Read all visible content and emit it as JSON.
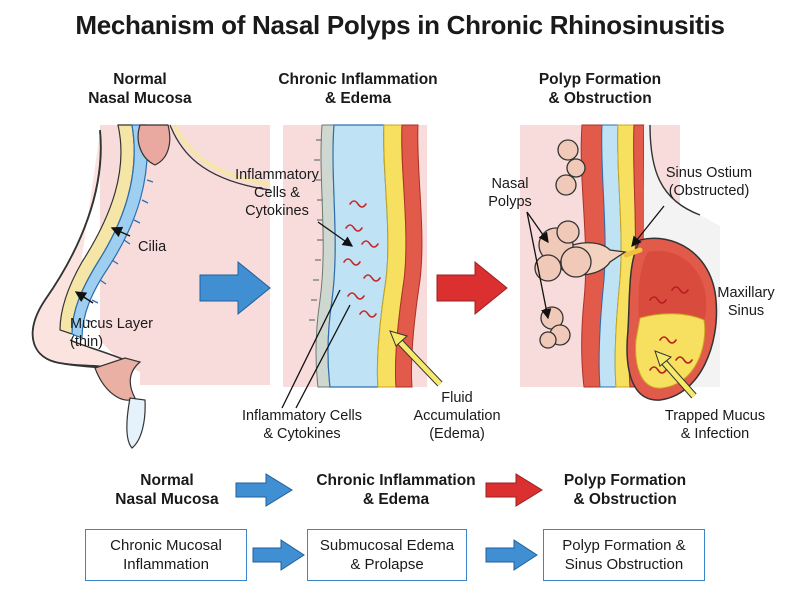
{
  "title": "Mechanism of Nasal Polyps in Chronic Rhinosinusitis",
  "panels": [
    {
      "heading": "Normal\nNasal Mucosa"
    },
    {
      "heading": "Chronic Inflammation\n& Edema"
    },
    {
      "heading": "Polyp Formation\n& Obstruction"
    }
  ],
  "labels": {
    "cilia": "Cilia",
    "mucus_layer": "Mucus Layer\n(thin)",
    "inflam_cells_upper": "Inflammatory\nCells &\nCytokines",
    "inflam_cells_lower": "Inflammatory Cells\n& Cytokines",
    "fluid": "Fluid\nAccumulation\n(Edema)",
    "nasal_polyps": "Nasal\nPolyps",
    "sinus_ostium": "Sinus Ostium\n(Obstructed)",
    "maxillary_sinus": "Maxillary\nSinus",
    "trapped_mucus": "Trapped Mucus\n& Infection"
  },
  "stages": [
    {
      "label": "Normal\nNasal Mucosa"
    },
    {
      "label": "Chronic Inflammation\n& Edema"
    },
    {
      "label": "Polyp Formation\n& Obstruction"
    }
  ],
  "steps": [
    {
      "label": "Chronic Mucosal\nInflammation"
    },
    {
      "label": "Submucosal Edema\n& Prolapse"
    },
    {
      "label": "Polyp Formation &\nSinus Obstruction"
    }
  ],
  "colors": {
    "blue_arrow": "#3f8fd2",
    "red_arrow": "#dc3030",
    "tissue_pink": "#f6d8d8",
    "mucosa_red": "#e25a4a",
    "edema_blue": "#bfe3f5",
    "submucosa_yellow": "#f7e060",
    "box_border": "#3a86c8"
  }
}
